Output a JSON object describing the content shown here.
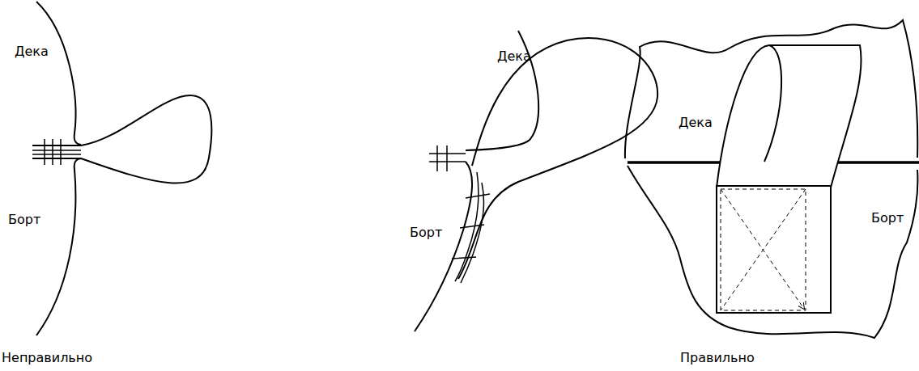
{
  "diagram": {
    "labels": [
      "Дека",
      "Борт",
      "Дека",
      "Борт",
      "Дека",
      "Борт",
      "Неправильно",
      "Правильно"
    ]
  }
}
